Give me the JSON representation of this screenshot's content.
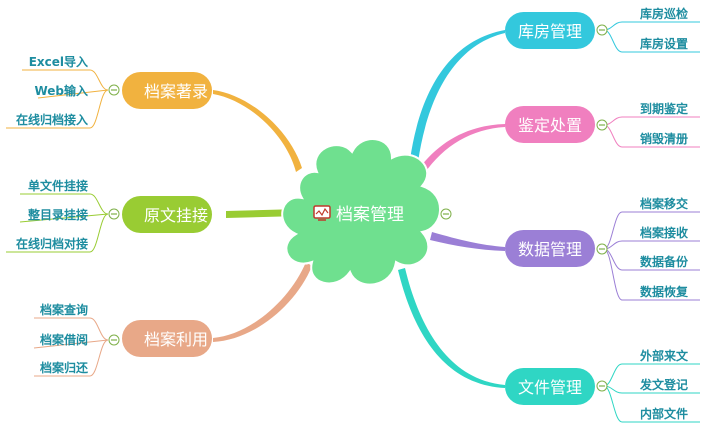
{
  "center": {
    "label": "档案管理",
    "color": "#6fe08f",
    "icon": "monitor-chart-icon"
  },
  "branches": [
    {
      "label": "档案著录",
      "color": "#f1b23f",
      "children": [
        "Excel导入",
        "Web输入",
        "在线归档接入"
      ]
    },
    {
      "label": "原文挂接",
      "color": "#99cc33",
      "children": [
        "单文件挂接",
        "整目录挂接",
        "在线归档对接"
      ]
    },
    {
      "label": "档案利用",
      "color": "#e8a888",
      "children": [
        "档案查询",
        "档案借阅",
        "档案归还"
      ]
    },
    {
      "label": "库房管理",
      "color": "#33c8dd",
      "children": [
        "库房巡检",
        "库房设置"
      ]
    },
    {
      "label": "鉴定处置",
      "color": "#f07fbf",
      "children": [
        "到期鉴定",
        "销毁清册"
      ]
    },
    {
      "label": "数据管理",
      "color": "#9b7fd6",
      "children": [
        "档案移交",
        "档案接收",
        "数据备份",
        "数据恢复"
      ]
    },
    {
      "label": "文件管理",
      "color": "#2fd6c4",
      "children": [
        "外部来文",
        "发文登记",
        "内部文件"
      ]
    }
  ],
  "colors": {
    "leaf_text": "#1e8da0",
    "collapse_toggle": "#7fb04a"
  }
}
